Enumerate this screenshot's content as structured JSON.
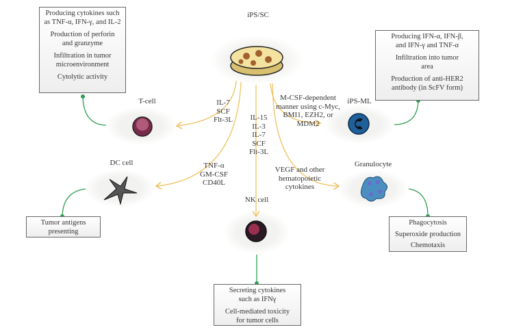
{
  "center": {
    "label": "iPS/SC"
  },
  "cells": {
    "tcell": {
      "label": "T-cell",
      "factors": "IL-7\nSCF\nFlt-3L",
      "functions": [
        "Producing cytokines such\nas TNF-α, IFN-γ, and IL-2",
        "Production of perforin\nand granzyme",
        "Infiltration in tumor\nmicroenvironment",
        "Cytolytic activity"
      ]
    },
    "ipsml": {
      "label": "iPS-ML",
      "factors": "M-CSF-dependent\nmanner using c-Myc,\nBMI1, EZH2, or\nMDM2",
      "functions": [
        "Producing IFN-α, IFN-β,\nand IFN-γ and TNF-α",
        "Infiltration into tumor\narea",
        "Production of anti-HER2\nantibody (in ScFV form)"
      ]
    },
    "dc": {
      "label": "DC cell",
      "factors": "TNF-α\nGM-CSF\nCD40L",
      "functions": [
        "Tumor antigens\npresenting"
      ]
    },
    "nk": {
      "label": "NK cell",
      "factors": "IL-15\nIL-3\nIL-7\nSCF\nFlt-3L",
      "functions": [
        "Secreting cytokines\nsuch as IFNγ",
        "Cell-mediated toxicity\nfor tumor cells"
      ]
    },
    "granulocyte": {
      "label": "Granulocyte",
      "factors": "VEGF and other\nhematopoietic\ncytokines",
      "functions": [
        "Phagocytosis",
        "Superoxide production",
        "Chemotaxis"
      ]
    }
  },
  "colors": {
    "arrow": "#f0c060",
    "connector": "#2e9e50",
    "tcell": "#7a2a4a",
    "ipsml": "#1f5f9a",
    "granulocyte": "#4a8fc0",
    "nk": "#2a1a24"
  }
}
